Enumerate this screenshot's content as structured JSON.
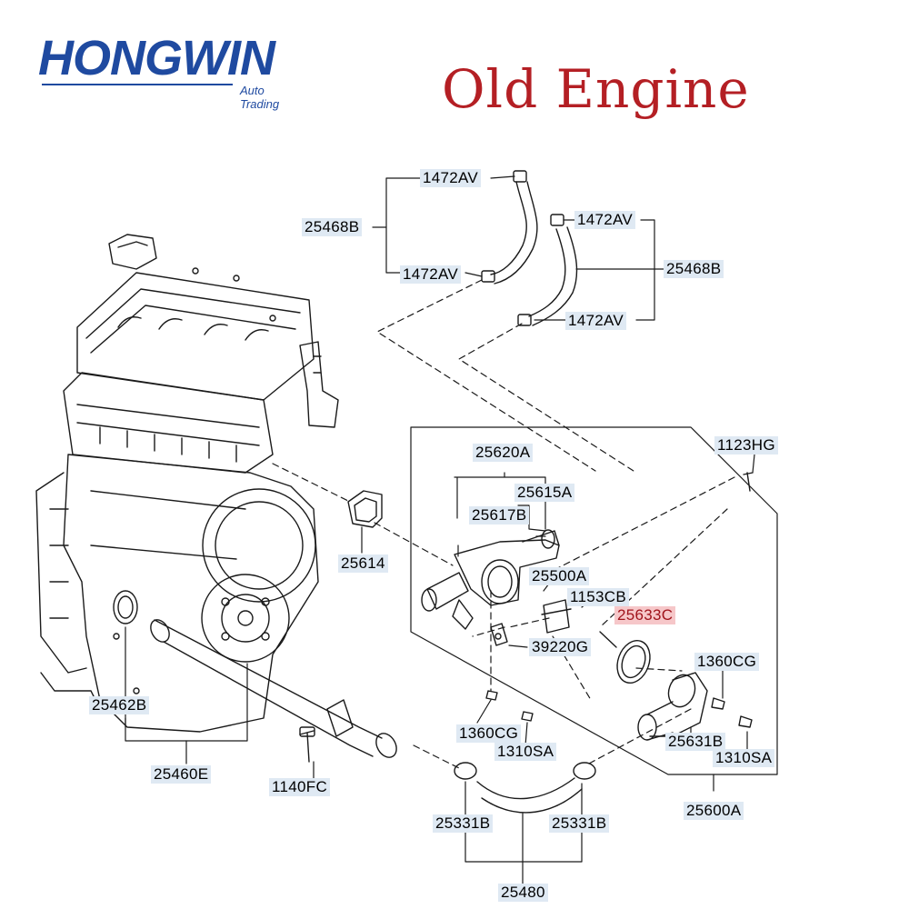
{
  "brand": {
    "name": "HONGWIN",
    "tagline": "Auto Trading",
    "color": "#1f4aa0"
  },
  "title": {
    "text": "Old Engine",
    "color": "#b41f24"
  },
  "labels": {
    "p1472av_a": "1472AV",
    "p25468b_left": "25468B",
    "p1472av_b": "1472AV",
    "p1472av_c": "1472AV",
    "p25468b_right": "25468B",
    "p1472av_d": "1472AV",
    "p1123hg": "1123HG",
    "p25620a": "25620A",
    "p25615a": "25615A",
    "p25617b": "25617B",
    "p25614": "25614",
    "p25500a": "25500A",
    "p1153cb": "1153CB",
    "p25633c": "25633C",
    "p39220g": "39220G",
    "p1360cg_right": "1360CG",
    "p25462b": "25462B",
    "p1360cg_mid": "1360CG",
    "p1310sa_mid": "1310SA",
    "p25631b": "25631B",
    "p1310sa_right": "1310SA",
    "p25460e": "25460E",
    "p1140fc": "1140FC",
    "p25600a": "25600A",
    "p25331b_left": "25331B",
    "p25331b_right": "25331B",
    "p25480": "25480"
  },
  "highlight_color": "#a0141c",
  "label_bg_color": "#dfe9f3"
}
